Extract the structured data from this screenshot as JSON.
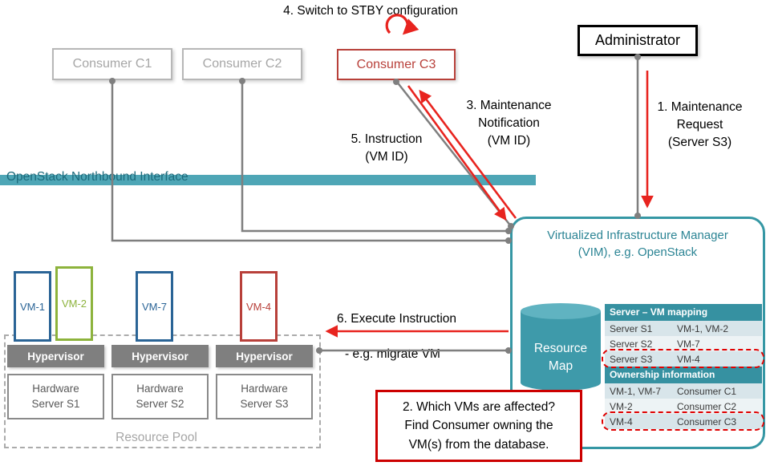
{
  "colors": {
    "teal_bar": "#4ea6b6",
    "teal_border": "#3597a4",
    "teal_text": "#1d6b7c",
    "table_header": "#3691a1",
    "arrow_red": "#e8241f",
    "brick_red": "#b8403a",
    "note_red": "#cc0000",
    "vm_blue": "#2a6496",
    "vm_green": "#8db33c",
    "gray": "#a6a6a6"
  },
  "steps": {
    "step1": "1. Maintenance\nRequest\n(Server S3)",
    "step2": "2. Which VMs are affected?\nFind Consumer owning the\nVM(s) from the database.",
    "step3": "3. Maintenance\nNotification\n(VM ID)",
    "step4": "4. Switch to STBY configuration",
    "step5": "5. Instruction\n(VM ID)",
    "step6_line1": "6. Execute Instruction",
    "step6_line2": "- e.g. migrate VM"
  },
  "nodes": {
    "consumer1": "Consumer C1",
    "consumer2": "Consumer C2",
    "consumer3": "Consumer C3",
    "administrator": "Administrator",
    "northbound": "OpenStack Northbound Interface"
  },
  "vim": {
    "title": "Virtualized Infrastructure Manager\n(VIM), e.g. OpenStack",
    "resource_map": "Resource\nMap",
    "mapping_table": {
      "header": "Server – VM mapping",
      "rows": [
        {
          "c1": "Server S1",
          "c2": "VM-1, VM-2"
        },
        {
          "c1": "Server S2",
          "c2": "VM-7"
        },
        {
          "c1": "Server S3",
          "c2": "VM-4"
        }
      ]
    },
    "ownership_table": {
      "header": "Ownership information",
      "rows": [
        {
          "c1": "VM-1, VM-7",
          "c2": "Consumer C1"
        },
        {
          "c1": "VM-2",
          "c2": "Consumer C2"
        },
        {
          "c1": "VM-4",
          "c2": "Consumer C3"
        }
      ]
    }
  },
  "resource_pool": {
    "label": "Resource Pool",
    "vms": [
      {
        "label": "VM-1"
      },
      {
        "label": "VM-2"
      },
      {
        "label": "VM-7"
      },
      {
        "label": "VM-4"
      }
    ],
    "hypervisors": [
      "Hypervisor",
      "Hypervisor",
      "Hypervisor"
    ],
    "hardware": [
      "Hardware\nServer S1",
      "Hardware\nServer S2",
      "Hardware\nServer S3"
    ]
  }
}
